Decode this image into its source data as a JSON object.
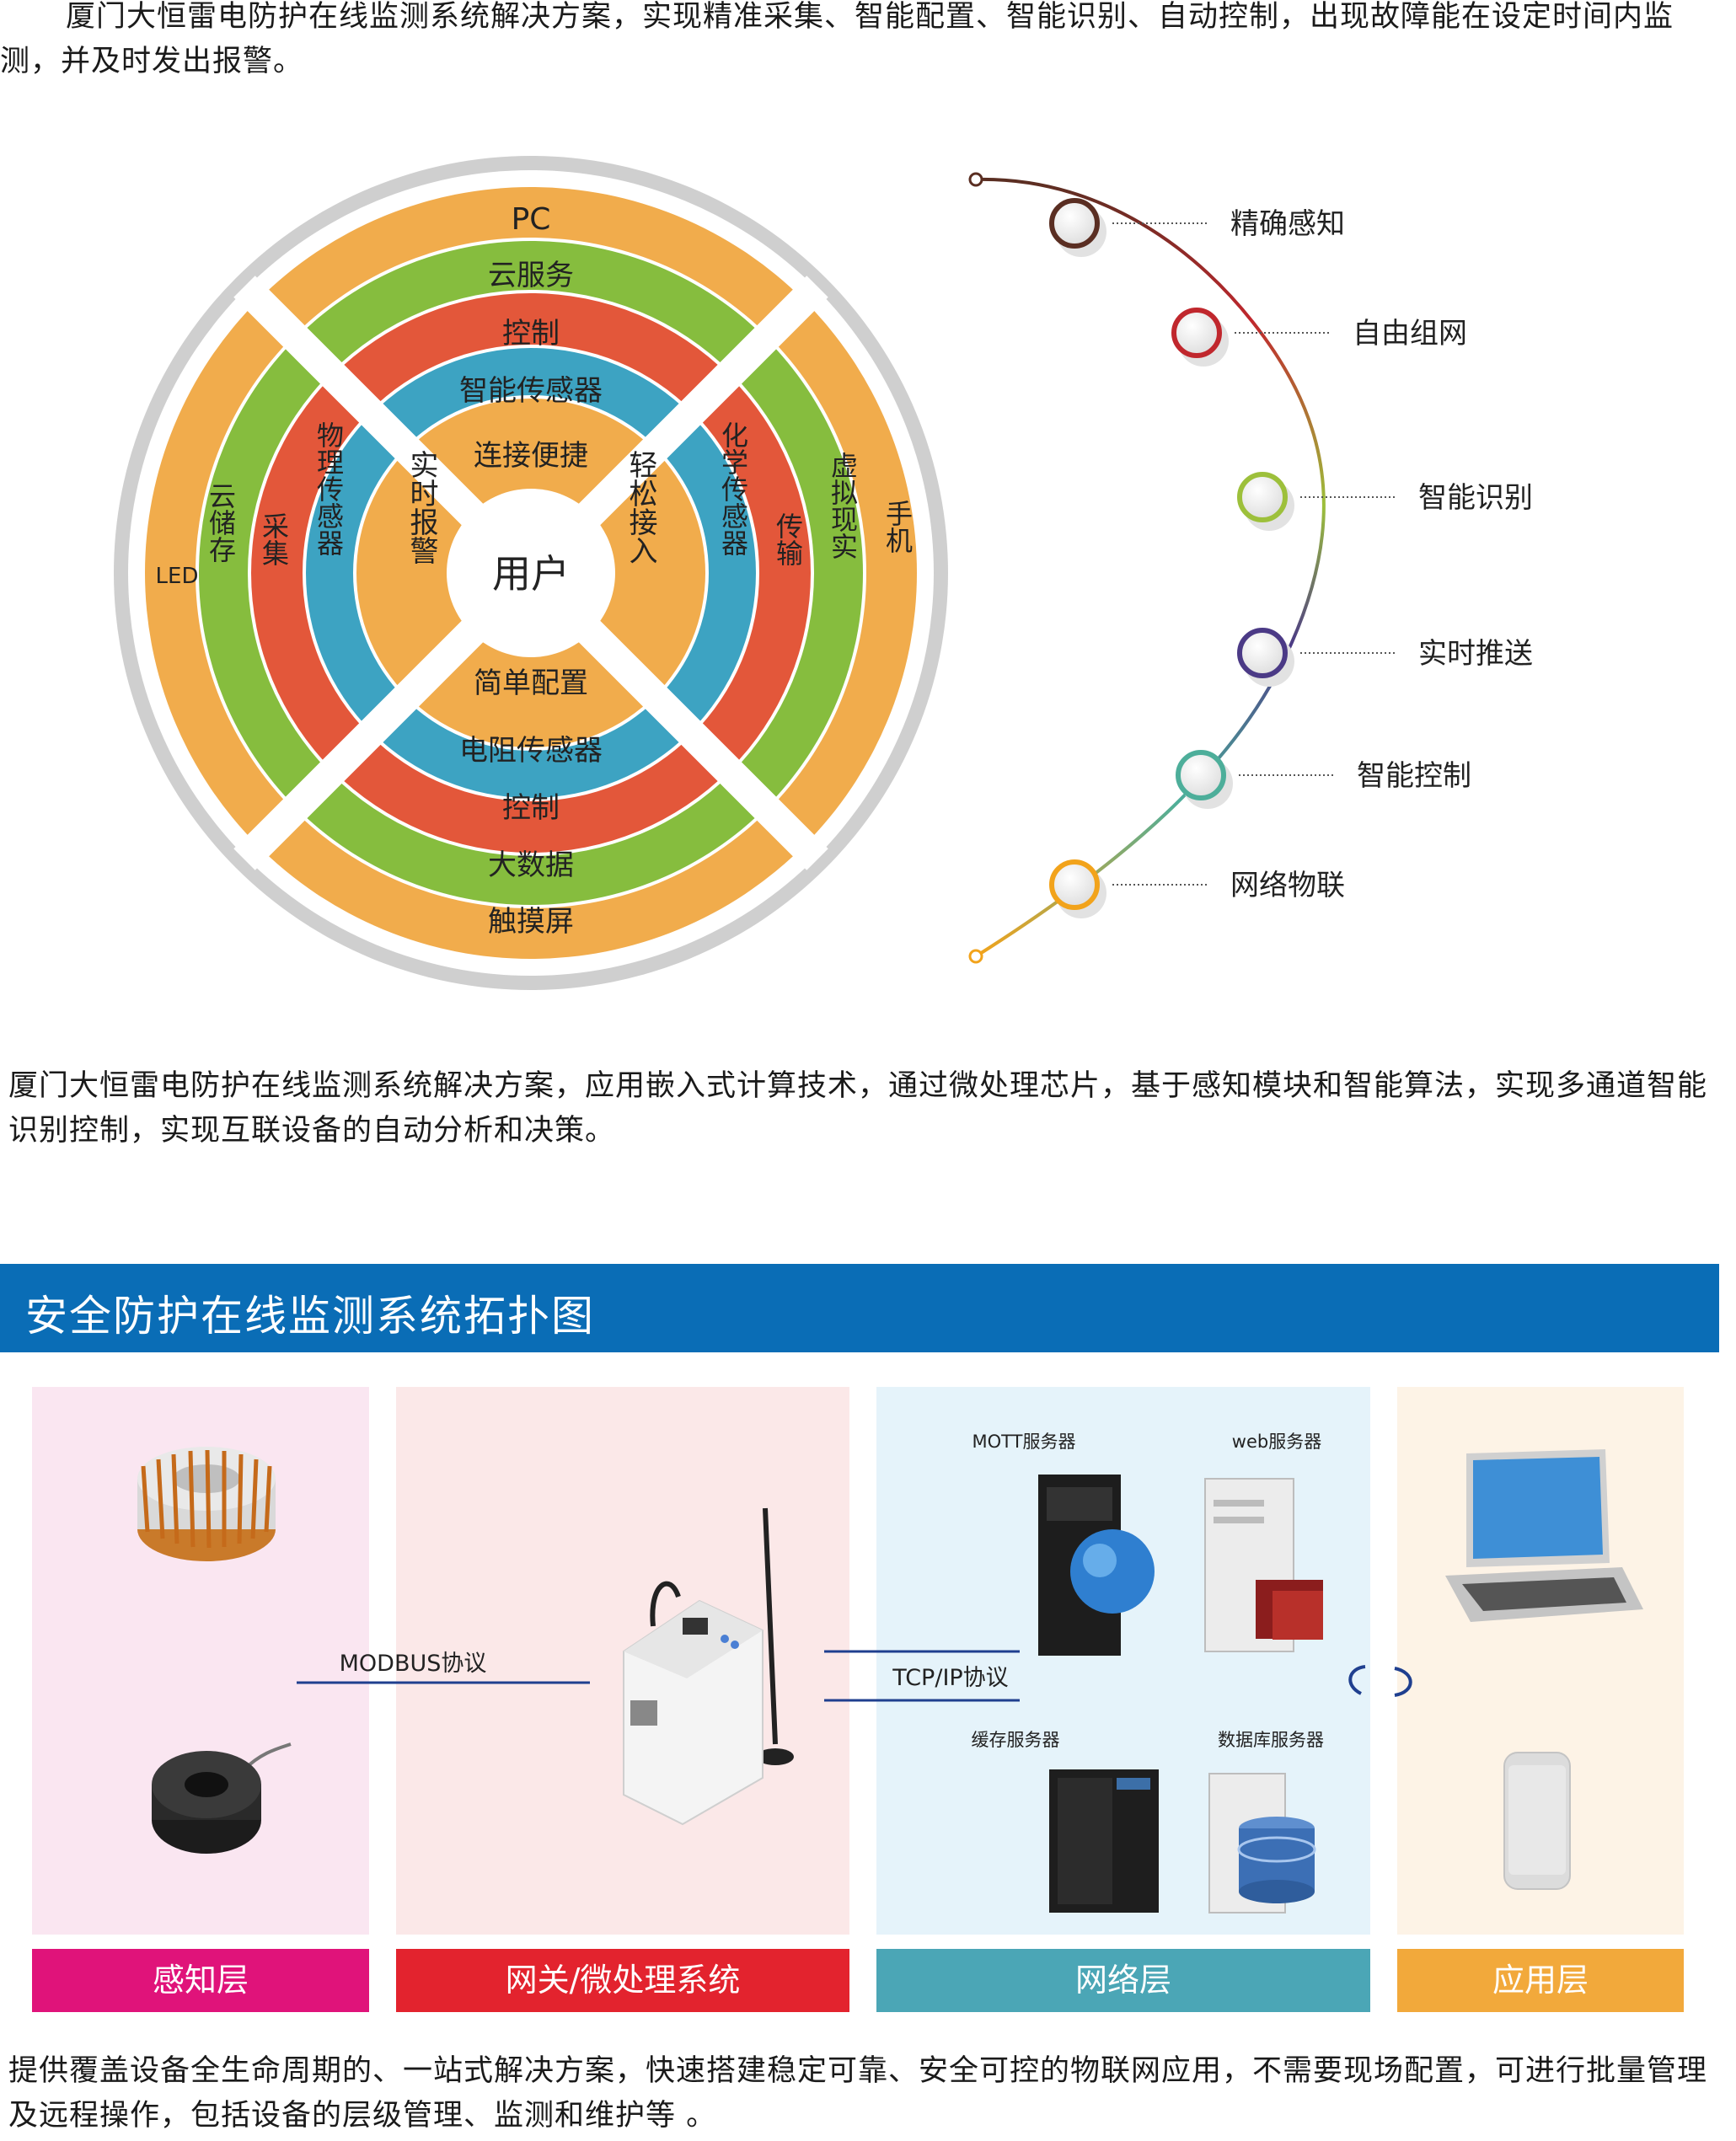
{
  "intro_text": "厦门大恒雷电防护在线监测系统解决方案，实现精准采集、智能配置、智能识别、自动控制，出现故障能在设定时间内监测，并及时发出报警。",
  "wheel": {
    "center": "用户",
    "ring1_top": "连接便捷",
    "ring1_bottom": "简单配置",
    "ring1_left": "实时报警",
    "ring1_right": "轻松接入",
    "ring2_top": "智能传感器",
    "ring2_bottom": "电阻传感器",
    "ring2_left": "物理传感器",
    "ring2_right": "化学传感器",
    "ring3_top": "控制",
    "ring3_bottom": "控制",
    "ring3_left": "采集",
    "ring3_right": "传输",
    "ring4_top": "云服务",
    "ring4_bottom": "大数据",
    "ring4_left": "云储存",
    "ring4_right": "虚拟现实",
    "ring5_top": "PC",
    "ring5_bottom": "触摸屏",
    "ring5_left": "LED",
    "ring5_right": "手机"
  },
  "features": [
    "精确感知",
    "自由组网",
    "智能识别",
    "实时推送",
    "智能控制",
    "网络物联"
  ],
  "feature_colors": [
    "#5a2e22",
    "#c0272d",
    "#9dc03b",
    "#4b3a86",
    "#4dae9a",
    "#f2a31b"
  ],
  "second_text": "厦门大恒雷电防护在线监测系统解决方案，应用嵌入式计算技术，通过微处理芯片，基于感知模块和智能算法，实现多通道智能识别控制，实现互联设备的自动分析和决策。",
  "topology": {
    "title": "安全防护在线监测系统拓扑图",
    "modbus": "MODBUS协议",
    "tcpip": "TCP/IP协议",
    "servers": {
      "mott": "MOTT服务器",
      "web": "web服务器",
      "cache": "缓存服务器",
      "db": "数据库服务器"
    },
    "layers": [
      "感知层",
      "网关/微处理系统",
      "网络层",
      "应用层"
    ],
    "layer_colors": [
      "#e0137a",
      "#e3232e",
      "#4ba6b6",
      "#f2a93b"
    ]
  },
  "bottom_text": "提供覆盖设备全生命周期的、一站式解决方案，快速搭建稳定可靠、安全可控的物联网应用，不需要现场配置，可进行批量管理及远程操作，包括设备的层级管理、监测和维护等 。"
}
